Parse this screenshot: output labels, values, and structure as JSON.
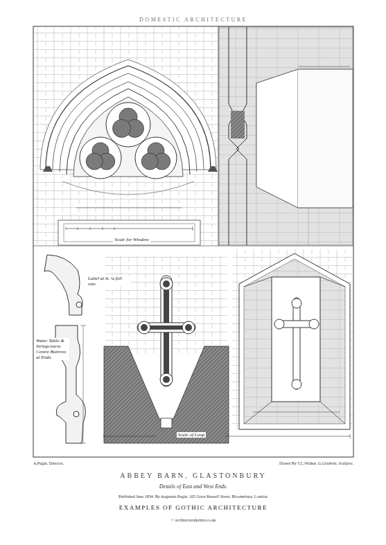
{
  "diagram": {
    "title": "ABBEY BARN, GLASTONBURY",
    "caption": "Details of East and West Ends.",
    "labels": [
      "DOMESTIC ARCHITECTURE",
      "Scale for Window",
      "Label at A. ¼ full size.",
      "Water Table & Stringcourse Centre Buttress at Ends.",
      "Scale of Loop",
      "A.Pugin. Director.",
      "Drawn By T.L.Walker. G.Gladwin. Sculptor.",
      "Published June 1834. By Augustus Pugin. 105 Great Russell Street. Bloomsbury. London.",
      "EXAMPLES OF GOTHIC ARCHITECTURE",
      "© architecturalprints.co.uk"
    ]
  }
}
